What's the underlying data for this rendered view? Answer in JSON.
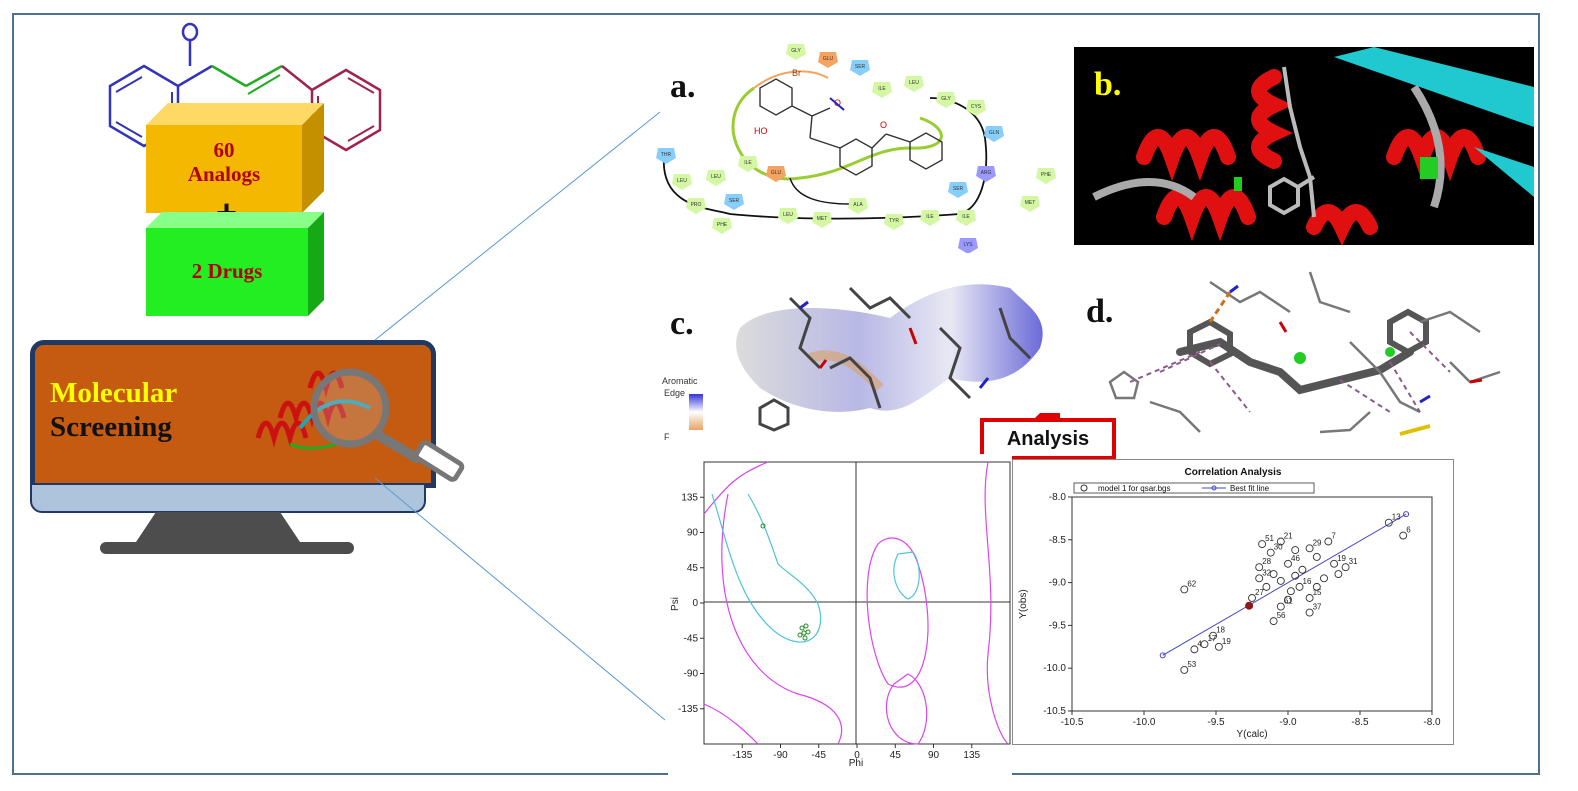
{
  "left": {
    "analogs_count": "60",
    "analogs_label": "Analogs",
    "plus": "+",
    "drugs_label": "2 Drugs",
    "screen_line1": "Molecular",
    "screen_line2": "Screening",
    "colors": {
      "analogs_box": "#f5b800",
      "drugs_box": "#22ee22",
      "screen_bg": "#c55a11",
      "screen_border": "#1f3864",
      "molecular_text": "#ffff00",
      "screening_text": "#111111"
    }
  },
  "panels": {
    "a_label": "a.",
    "b_label": "b.",
    "c_label": "c.",
    "d_label": "d.",
    "c_legend_title": "Aromatic",
    "c_legend_edge": "Edge",
    "c_legend_f": "F",
    "a_residues": [
      "GLY 111",
      "GLU 110",
      "SER 109",
      "ILE 108",
      "LEU 107",
      "GLY 51",
      "CYS 52",
      "GLN 53",
      "ARG 55",
      "SER 56",
      "THR 25",
      "LEU 26",
      "PRO 23",
      "PHE 22",
      "ILE 63",
      "GLU 62",
      "LEU 100",
      "SER 99",
      "LEU 97",
      "MET 96",
      "ALA 59",
      "TYR 94",
      "ILE 93",
      "ILE 92",
      "MET 121",
      "PHE 130",
      "LYS 104"
    ],
    "a_atoms": [
      "Br",
      "HO",
      "O",
      "O"
    ]
  },
  "analysis_label": "Analysis",
  "ramachandran": {
    "xlabel": "Phi",
    "ylabel": "Psi",
    "xticks": [
      "-135",
      "-90",
      "-45",
      "0",
      "45",
      "90",
      "135"
    ],
    "yticks": [
      "135",
      "90",
      "45",
      "0",
      "-45",
      "-90",
      "-135"
    ]
  },
  "chart_data": {
    "type": "scatter",
    "title": "Correlation Analysis",
    "xlabel": "Y(calc)",
    "ylabel": "Y(obs)",
    "xlim": [
      -10.5,
      -8.0
    ],
    "ylim": [
      -10.5,
      -8.0
    ],
    "xticks": [
      "-10.5",
      "-10.0",
      "-9.5",
      "-9.0",
      "-8.5",
      "-8.0"
    ],
    "yticks": [
      "-8.0",
      "-8.5",
      "-9.0",
      "-9.5",
      "-10.0",
      "-10.5"
    ],
    "legend": [
      "model 1 for qsar.bgs",
      "Best fit line"
    ],
    "fit_line": {
      "x": [
        -9.87,
        -8.18
      ],
      "y": [
        -9.85,
        -8.2
      ]
    },
    "highlight": {
      "x": -9.27,
      "y": -9.27
    },
    "points": [
      {
        "x": -9.72,
        "y": -10.02,
        "label": "53"
      },
      {
        "x": -9.72,
        "y": -9.08,
        "label": "62"
      },
      {
        "x": -9.18,
        "y": -8.55,
        "label": "51"
      },
      {
        "x": -9.05,
        "y": -8.52,
        "label": "21"
      },
      {
        "x": -8.72,
        "y": -8.52,
        "label": "7"
      },
      {
        "x": -8.3,
        "y": -8.3,
        "label": "13"
      },
      {
        "x": -8.2,
        "y": -8.45,
        "label": "6"
      },
      {
        "x": -8.85,
        "y": -8.6,
        "label": "29"
      },
      {
        "x": -9.12,
        "y": -8.65,
        "label": "30"
      },
      {
        "x": -9.2,
        "y": -8.82,
        "label": "28"
      },
      {
        "x": -9.2,
        "y": -8.95,
        "label": "32"
      },
      {
        "x": -9.0,
        "y": -8.78,
        "label": "46"
      },
      {
        "x": -8.68,
        "y": -8.78,
        "label": "19"
      },
      {
        "x": -8.6,
        "y": -8.82,
        "label": "31"
      },
      {
        "x": -8.92,
        "y": -9.05,
        "label": "16"
      },
      {
        "x": -9.25,
        "y": -9.18,
        "label": "27"
      },
      {
        "x": -9.05,
        "y": -9.28,
        "label": "61"
      },
      {
        "x": -8.85,
        "y": -9.35,
        "label": "37"
      },
      {
        "x": -8.85,
        "y": -9.18,
        "label": "15"
      },
      {
        "x": -9.1,
        "y": -9.45,
        "label": "56"
      },
      {
        "x": -9.52,
        "y": -9.62,
        "label": "18"
      },
      {
        "x": -9.58,
        "y": -9.72,
        "label": "17"
      },
      {
        "x": -9.48,
        "y": -9.75,
        "label": "19"
      },
      {
        "x": -9.65,
        "y": -9.78,
        "label": "4"
      },
      {
        "x": -9.05,
        "y": -8.98,
        "label": ""
      },
      {
        "x": -8.95,
        "y": -8.92,
        "label": ""
      },
      {
        "x": -8.9,
        "y": -8.85,
        "label": ""
      },
      {
        "x": -8.98,
        "y": -9.1,
        "label": ""
      },
      {
        "x": -8.75,
        "y": -8.95,
        "label": ""
      },
      {
        "x": -8.8,
        "y": -9.05,
        "label": ""
      },
      {
        "x": -9.1,
        "y": -8.9,
        "label": ""
      },
      {
        "x": -9.15,
        "y": -9.05,
        "label": ""
      },
      {
        "x": -8.65,
        "y": -8.9,
        "label": ""
      },
      {
        "x": -8.95,
        "y": -8.62,
        "label": ""
      },
      {
        "x": -8.8,
        "y": -8.7,
        "label": ""
      },
      {
        "x": -9.0,
        "y": -9.2,
        "label": ""
      }
    ]
  }
}
